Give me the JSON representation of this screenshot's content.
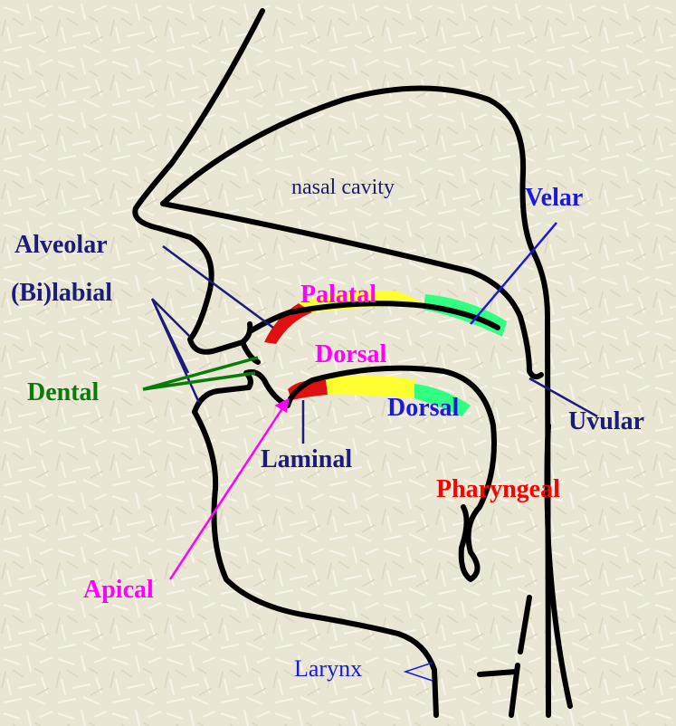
{
  "labels": {
    "nasal_cavity": "nasal cavity",
    "velar": "Velar",
    "alveolar": "Alveolar",
    "bilabial": "(Bi)labial",
    "palatal": "Palatal",
    "dorsal_upper": "Dorsal",
    "dental": "Dental",
    "dorsal_lower": "Dorsal",
    "uvular": "Uvular",
    "laminal": "Laminal",
    "pharyngeal": "Pharyngeal",
    "apical": "Apical",
    "larynx": "Larynx"
  },
  "colors": {
    "background": "#e9e6d4",
    "outline": "#000000",
    "navy_label": "#1b1b7a",
    "blue_label": "#1a1ad8",
    "magenta_label": "#ff00ff",
    "green_label": "#0a7a0a",
    "red_label": "#ff0000",
    "region_red": "#e01010",
    "region_yellow": "#ffff30",
    "region_green": "#30ff80"
  }
}
